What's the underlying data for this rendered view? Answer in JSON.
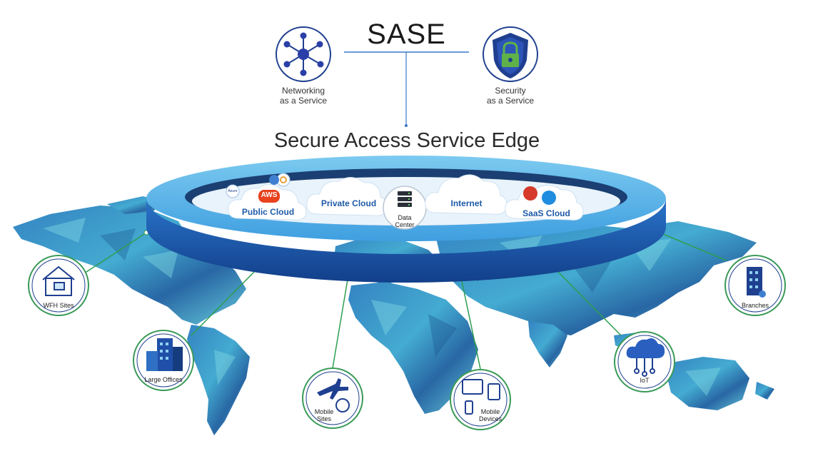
{
  "header": {
    "title": "SASE",
    "subtitle": "Secure Access Service Edge"
  },
  "pillars": [
    {
      "name": "Networking",
      "sub": "as a Service",
      "icon": "network-hub-icon"
    },
    {
      "name": "Security",
      "sub": "as a Service",
      "icon": "shield-lock-icon"
    }
  ],
  "ring": {
    "clouds": [
      {
        "label": "Public Cloud",
        "badge": "AWS",
        "extra": "Azure"
      },
      {
        "label": "Private Cloud"
      },
      {
        "label": "Internet"
      },
      {
        "label": "SaaS Cloud"
      }
    ],
    "datacenter": {
      "line1": "Data",
      "line2": "Center",
      "icon": "server-rack-icon"
    }
  },
  "endpoints": [
    {
      "label": "WFH Sites",
      "icon": "home-office-icon"
    },
    {
      "label": "Large Offices",
      "icon": "office-building-icon"
    },
    {
      "label1": "Mobile",
      "label2": "Sites",
      "icon": "airplane-icon"
    },
    {
      "label1": "Mobile",
      "label2": "Devices",
      "icon": "devices-icon"
    },
    {
      "label": "IoT",
      "icon": "iot-cloud-icon"
    },
    {
      "label": "Branches",
      "icon": "branch-building-icon"
    }
  ],
  "colors": {
    "ring_top": "#4fb3e8",
    "ring_side": "#1c5fb6",
    "connector": "#2e9e4f",
    "map_dark": "#1d6aa6",
    "map_light": "#56c2d6",
    "circle_border": "#3a9a58",
    "icon_blue": "#1f3f8f"
  }
}
